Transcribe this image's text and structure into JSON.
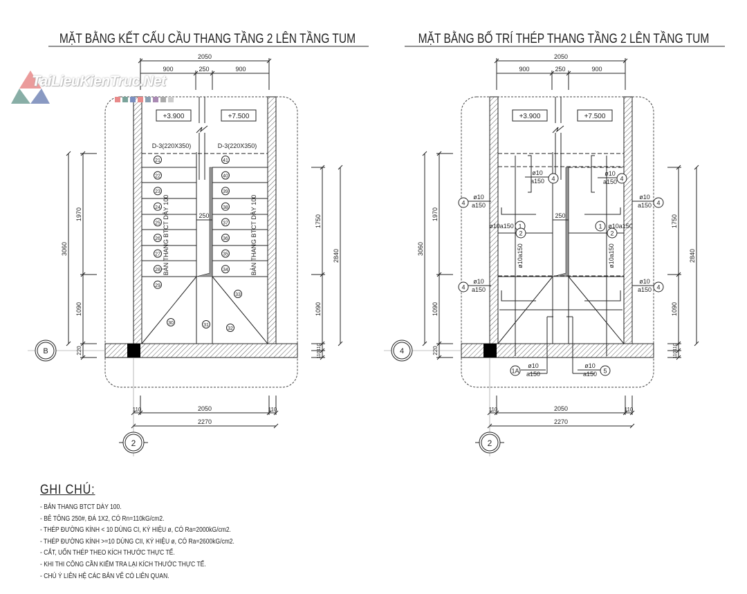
{
  "logo": "TaiLieuKienTruc.Net",
  "plans": [
    {
      "title": "MẶT BẰNG KẾT CẤU CẦU THANG TẦNG 2 LÊN TẦNG TUM",
      "elevations": [
        "+3.900",
        "+7.500"
      ],
      "top_dims": {
        "total": "2050",
        "parts": [
          "900",
          "250",
          "900"
        ]
      },
      "left_dims": {
        "total": "3060",
        "parts": [
          "1970",
          "1090",
          "220"
        ]
      },
      "right_dims": {
        "total": "2840",
        "parts": [
          "1750",
          "1090",
          "110",
          "110"
        ]
      },
      "bottom_dims": {
        "parts": [
          "110",
          "2050",
          "110"
        ],
        "total": "2270"
      },
      "axis_side": "B",
      "axis_bottom": "2",
      "gap": "250",
      "beams": [
        "D-3(220X350)",
        "D-3(220X350)"
      ],
      "steps_left": [
        "21",
        "22",
        "23",
        "24",
        "25",
        "26",
        "27",
        "28",
        "29"
      ],
      "steps_right": [
        "41",
        "40",
        "39",
        "38",
        "37",
        "36",
        "35",
        "34"
      ],
      "landing": [
        "30",
        "31",
        "32",
        "33"
      ],
      "slab_label": "BẢN THANG BTCT DÀY 100"
    },
    {
      "title": "MẶT BẰNG BỐ TRÍ THÉP THANG TẦNG 2 LÊN TẦNG TUM",
      "elevations": [
        "+3.900",
        "+7.500"
      ],
      "top_dims": {
        "total": "2050",
        "parts": [
          "900",
          "250",
          "900"
        ]
      },
      "left_dims": {
        "total": "3060",
        "parts": [
          "1970",
          "1090",
          "220"
        ]
      },
      "right_dims": {
        "total": "2840",
        "parts": [
          "1750",
          "1090",
          "110",
          "110"
        ]
      },
      "bottom_dims": {
        "parts": [
          "110",
          "2050",
          "110"
        ],
        "total": "2270"
      },
      "axis_side": "4",
      "axis_bottom": "2",
      "gap": "250",
      "rebar": [
        {
          "mark": "4",
          "dia": "ø10",
          "spacing": "a150"
        },
        {
          "mark": "4",
          "dia": "ø10",
          "spacing": "a150"
        },
        {
          "mark": "4",
          "dia": "ø10",
          "spacing": "a150"
        },
        {
          "mark": "4",
          "dia": "ø10",
          "spacing": "a150"
        },
        {
          "mark": "4",
          "dia": "ø10",
          "spacing": "a150"
        },
        {
          "mark": "4",
          "dia": "ø10",
          "spacing": "a150"
        },
        {
          "mark": "1",
          "label": "ø10a150"
        },
        {
          "mark": "1",
          "label": "ø10a150"
        },
        {
          "mark": "2",
          "label": "ø10a150"
        },
        {
          "mark": "2",
          "label": "ø10a150"
        },
        {
          "mark": "1A",
          "dia": "ø10",
          "spacing": "a150"
        },
        {
          "mark": "5",
          "dia": "ø10",
          "spacing": "a150"
        }
      ]
    }
  ],
  "notes": {
    "title": "GHI CHÚ:",
    "items": [
      "- BẢN THANG BTCT DÀY 100.",
      "- BÊ TÔNG 250#, ĐÁ 1X2, CÓ Rn=110kG/cm2.",
      "- THÉP ĐƯỜNG KÍNH < 10 DÙNG CI, KÝ HIỆU ø, CÓ Ra=2000kG/cm2.",
      "- THÉP ĐƯỜNG KÍNH >=10 DÙNG CII, KÝ HIỆU ø, CÓ Ra=2600kG/cm2.",
      "- CẮT, UỐN THÉP THEO KÍCH THƯỚC THỰC TẾ.",
      "- KHI THI CÔNG CẦN KIỂM TRA LẠI KÍCH THƯỚC THỰC TẾ.",
      "- CHÚ Ý LIÊN HỆ CÁC BẢN VẼ CÓ LIÊN QUAN."
    ]
  }
}
